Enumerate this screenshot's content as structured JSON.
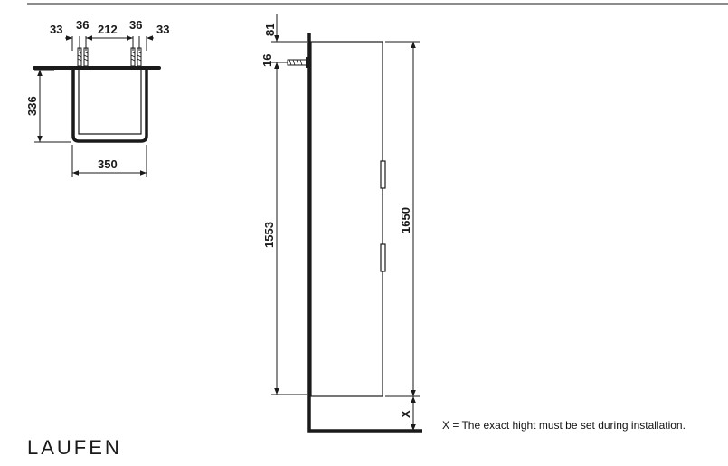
{
  "top_view": {
    "dims_top": [
      "33",
      "36",
      "212",
      "36",
      "33"
    ],
    "depth": "336",
    "width": "350"
  },
  "front_view": {
    "top_offset": "81",
    "bracket": "16",
    "height_mount": "1553",
    "height_total": "1650",
    "floor_gap": "X"
  },
  "note": "X = The exact hight must be set during installation.",
  "brand": "LAUFEN"
}
